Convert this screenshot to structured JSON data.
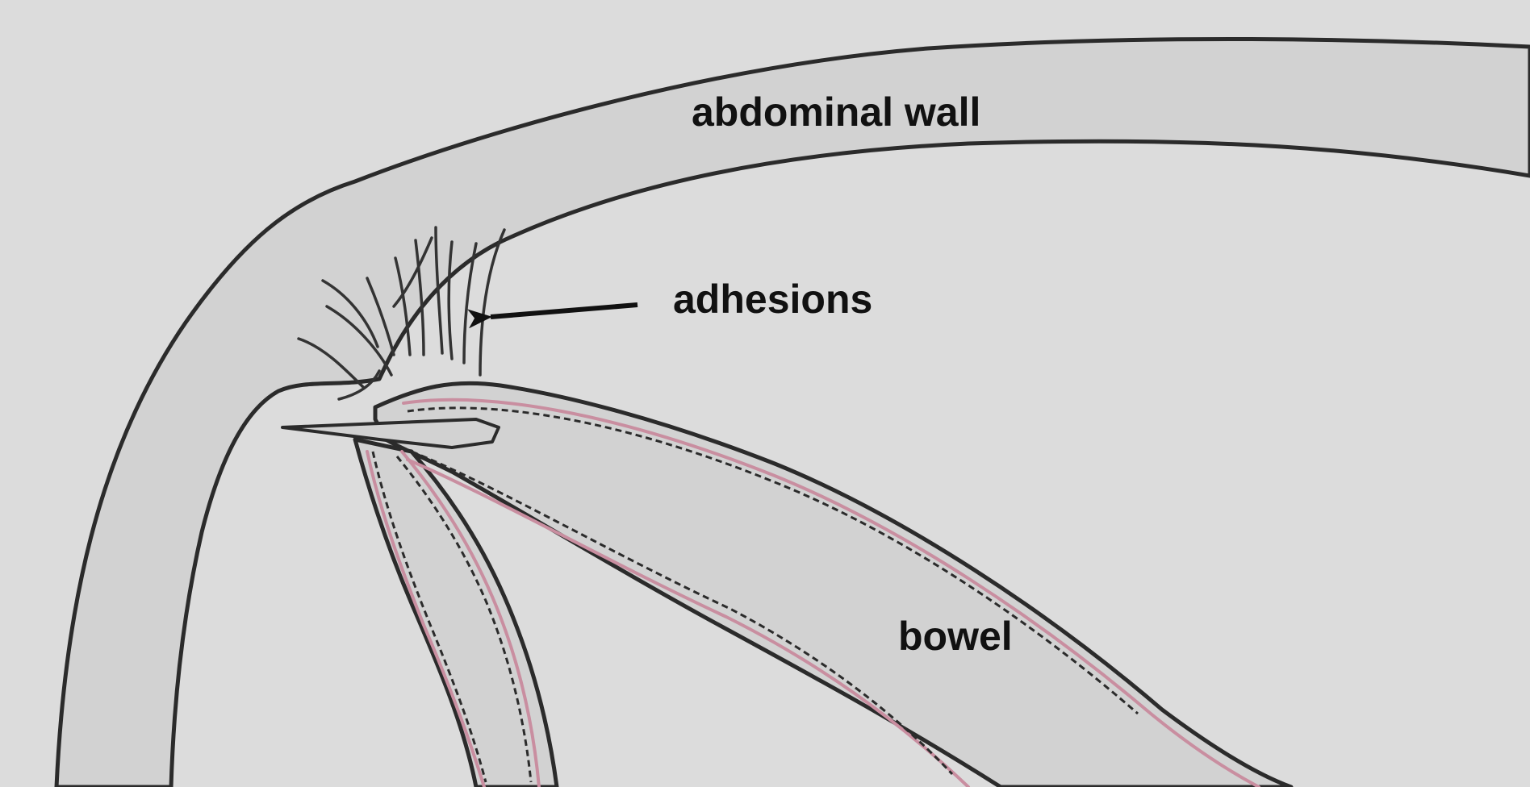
{
  "labels": {
    "abdominal_wall": "abdominal wall",
    "adhesions": "adhesions",
    "bowel": "bowel"
  },
  "colors": {
    "background": "#dcdcdc",
    "tissue_fill": "#d2d2d2",
    "outline": "#2b2b2b",
    "bowel_lining": "#c98ea0",
    "label_text": "#111111"
  }
}
